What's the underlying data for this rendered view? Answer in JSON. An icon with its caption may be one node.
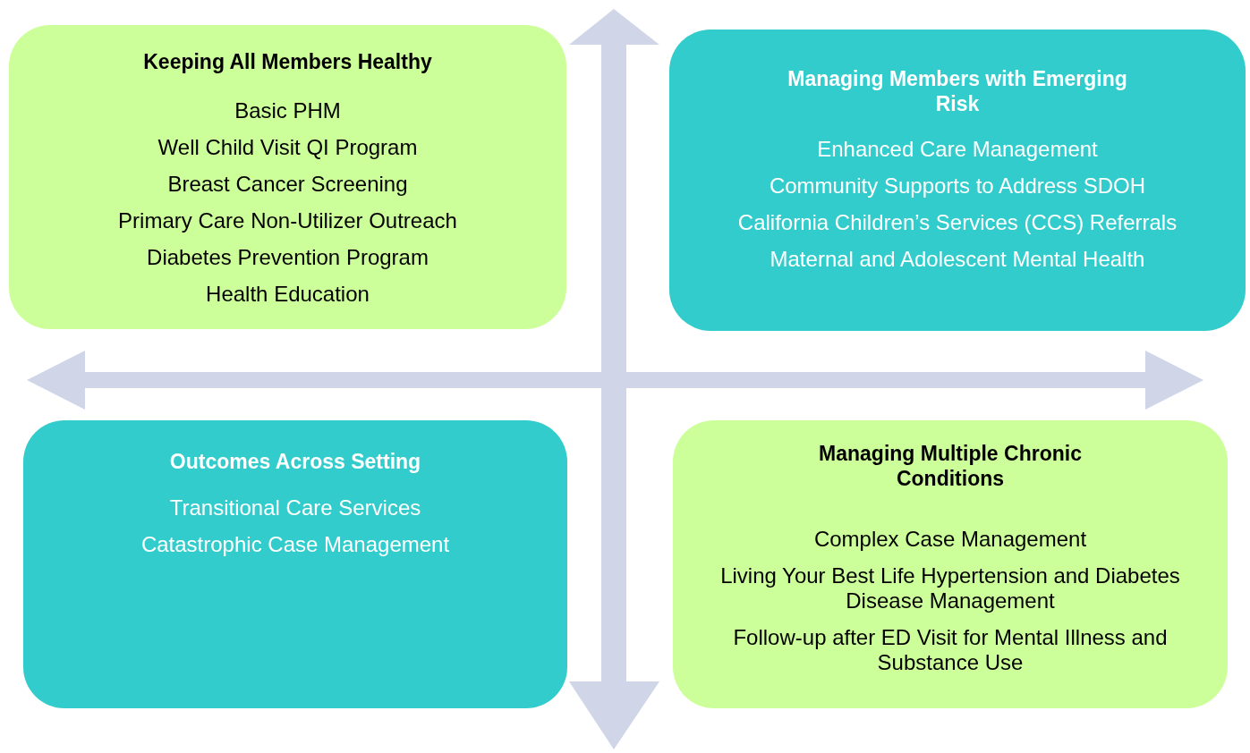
{
  "diagram": {
    "nodes": [
      {
        "text": [
          "Keeping All Members Healthy",
          "Basic PHM",
          "Well Child Visit QI Program",
          "Breast Cancer Screening",
          "Primary Care Non-Utilizer Outreach",
          "Diabetes Prevention Program",
          "Health Education"
        ]
      },
      {
        "text": [
          "Managing Members with Emerging Risk",
          "Enhanced Care Management",
          "Community Supports to Address SDOH",
          "California Children’s Services (CCS) Referrals",
          "Maternal and Adolescent Mental Health"
        ]
      },
      {
        "text": [
          "Outcomes Across Setting",
          "Transitional Care Services",
          "Catastrophic Case Management"
        ]
      },
      {
        "text": [
          "Managing Multiple Chronic Conditions",
          "Complex Case Management",
          "Living Your Best Life Hypertension and Diabetes Disease Management",
          "Follow-up after ED Visit for Mental Illness and Substance Use"
        ]
      }
    ]
  }
}
